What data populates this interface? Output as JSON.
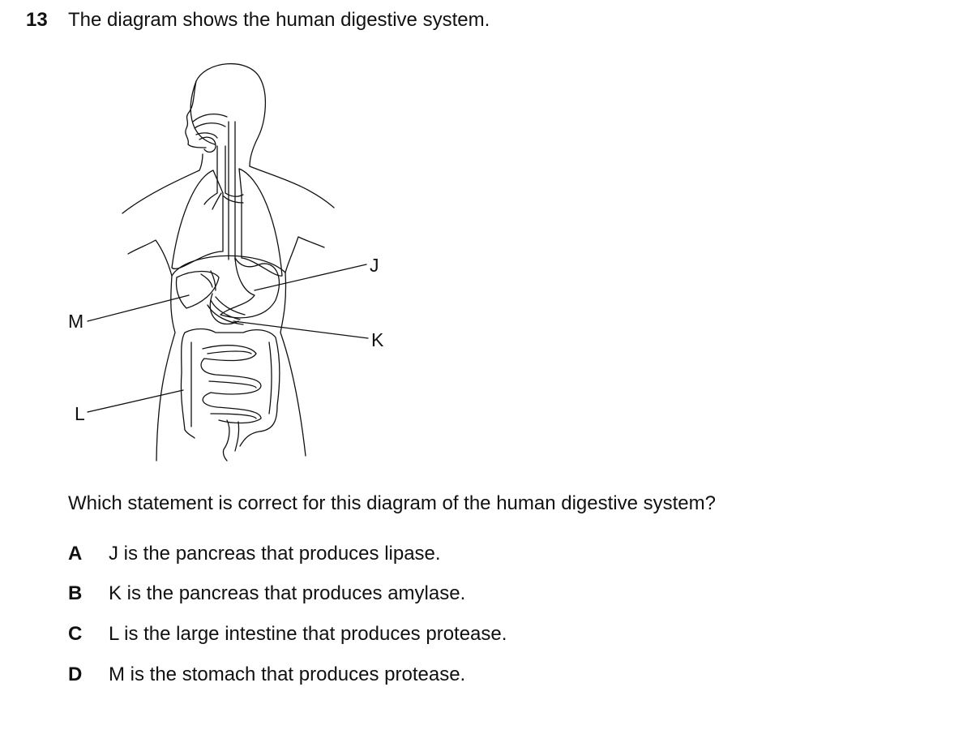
{
  "question": {
    "number": "13",
    "stem": "The diagram shows the human digestive system.",
    "prompt": "Which statement is correct for this diagram of the human digestive system?"
  },
  "diagram": {
    "labels": {
      "J": "J",
      "K": "K",
      "L": "L",
      "M": "M"
    }
  },
  "options": [
    {
      "letter": "A",
      "text": "J is the pancreas that produces lipase."
    },
    {
      "letter": "B",
      "text": "K is the pancreas that produces amylase."
    },
    {
      "letter": "C",
      "text": "L is the large intestine that produces protease."
    },
    {
      "letter": "D",
      "text": "M is the stomach that produces protease."
    }
  ]
}
